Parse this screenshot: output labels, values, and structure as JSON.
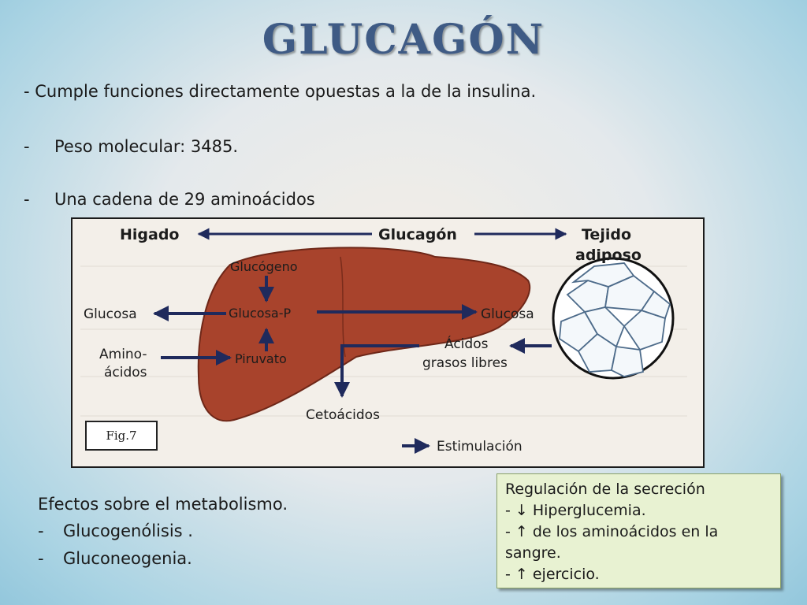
{
  "slide": {
    "title": "GLUCAGÓN",
    "line1": "- Cumple funciones directamente opuestas a la de la insulina.",
    "bullet_dash": "-",
    "line2": "Peso molecular: 3485.",
    "line3": "Una cadena de 29 aminoácidos"
  },
  "figure": {
    "higado": "Higado",
    "glucagon": "Glucagón",
    "tejido": "Tejido",
    "adiposo": "adiposo",
    "glucogeno": "Glucógeno",
    "glucosa_p": "Glucosa-P",
    "piruvato": "Piruvato",
    "glucosa_left": "Glucosa",
    "glucosa_right": "Glucosa",
    "amino1": "Amino-",
    "amino2": "ácidos",
    "acidos1": "Ácidos",
    "acidos2": "grasos libres",
    "cetoacidos": "Cetoácidos",
    "estimulacion": "Estimulación",
    "fig_label": "Fig.7"
  },
  "effects": {
    "heading": "Efectos sobre el metabolismo.",
    "items": [
      "Glucogenólisis .",
      "Gluconeogenia."
    ]
  },
  "regulation": {
    "title": "Regulación de la secreción",
    "l1": "- ↓ Hiperglucemia.",
    "l2": "- ↑ de los aminoácidos en la sangre.",
    "l3": "- ↑ ejercicio."
  },
  "colors": {
    "title": "#3f5b85",
    "liver": "#a8432c",
    "arrow": "#1f2a5c",
    "box_bg": "#e8f2d2"
  }
}
